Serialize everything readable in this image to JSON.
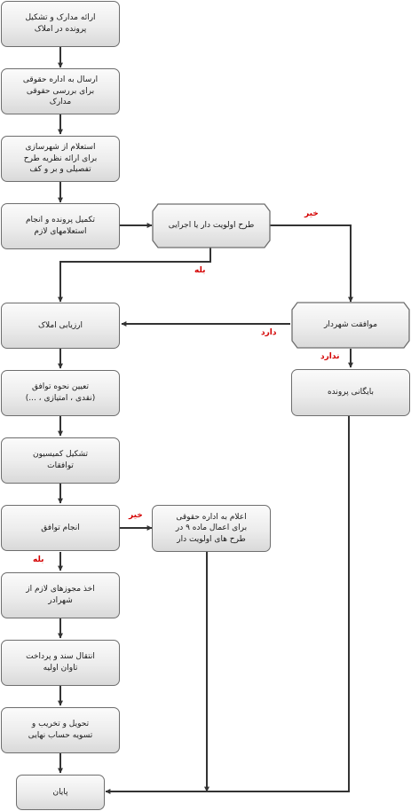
{
  "steps": {
    "s1": "ارائه مدارک و تشکیل\nپرونده در املاک",
    "s2": "ارسال به اداره حقوقی\nبرای بررسی حقوقی\nمدارک",
    "s3": "استعلام از شهرسازی\nبرای ارائه نظریه طرح\nتفصیلی و بر و کف",
    "s4": "تکمیل پرونده و انجام\nاستعلامهای لازم",
    "s5": "ارزیابی املاک",
    "s6": "تعیین نحوه توافق\n(نقدی ، امتیازی ، ...)",
    "s7": "تشکیل کمیسیون\nتوافقات",
    "s8": "انجام توافق",
    "s9": "اخذ مجوزهای لازم از\nشهرادر",
    "s10": "انتقال سند و پرداخت\nتاوان اولیه",
    "s11": "تحویل و تخریب و\nتسویه حساب نهایی",
    "s12": "پایان"
  },
  "decisions": {
    "d1": "طرح اولویت دار یا اجرایی",
    "d2": "موافقت شهردار"
  },
  "side_boxes": {
    "archive": "بایگانی پرونده",
    "legal_notice": "اعلام به اداره حقوقی\nبرای اعمال ماده ۹ در\nطرح های اولویت دار"
  },
  "edge_labels": {
    "d1_no": "خیر",
    "d1_yes": "بله",
    "d2_has": "دارد",
    "d2_hasnot": "ندارد",
    "s8_no": "خیر",
    "s8_yes": "بله"
  },
  "colors": {
    "line": "#333333",
    "label": "#d40000",
    "border": "#6e6e6e"
  }
}
